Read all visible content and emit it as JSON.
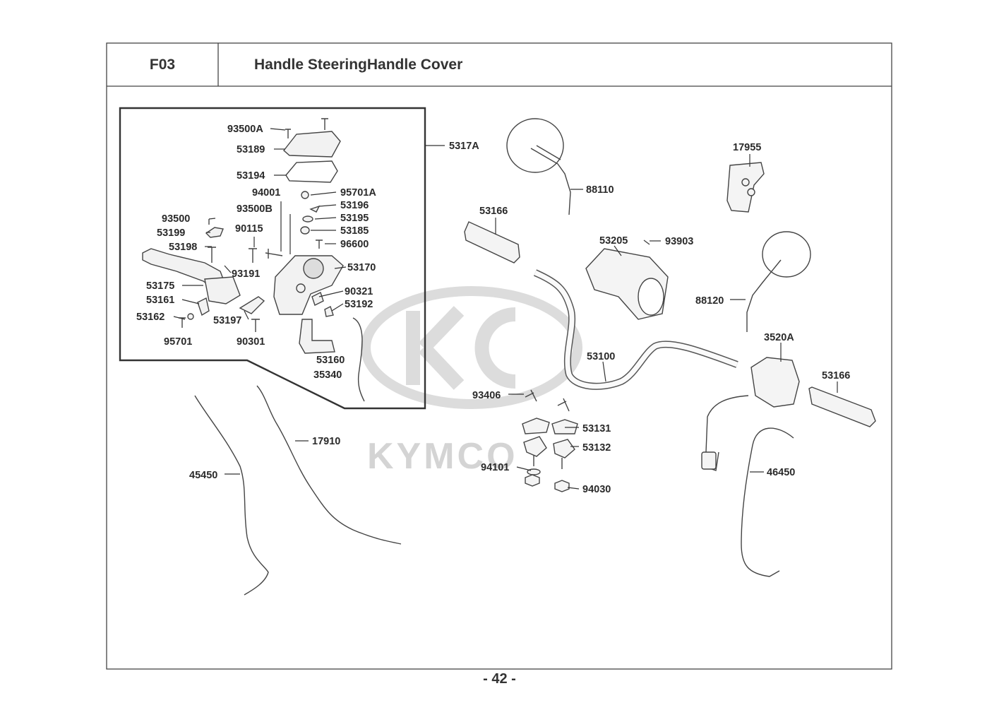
{
  "header": {
    "code": "F03",
    "title": "Handle SteeringHandle Cover"
  },
  "watermark": {
    "brand": "KYMCO"
  },
  "callouts": [
    "93500A",
    "53189",
    "53194",
    "94001",
    "95701A",
    "53196",
    "93500B",
    "53195",
    "53185",
    "90115",
    "96600",
    "93500",
    "53199",
    "53198",
    "53170",
    "93191",
    "53175",
    "90321",
    "53161",
    "53192",
    "53162",
    "53197",
    "95701",
    "90301",
    "53160",
    "35340",
    "5317A",
    "88110",
    "17955",
    "53166",
    "53205",
    "93903",
    "88120",
    "53100",
    "3520A",
    "93406",
    "53131",
    "53132",
    "17910",
    "45450",
    "94101",
    "94030",
    "46450",
    "53166"
  ],
  "footer": {
    "page": "- 42 -"
  },
  "colors": {
    "line": "#333333",
    "part": "#555555",
    "watermark": "#d4d4d4"
  }
}
